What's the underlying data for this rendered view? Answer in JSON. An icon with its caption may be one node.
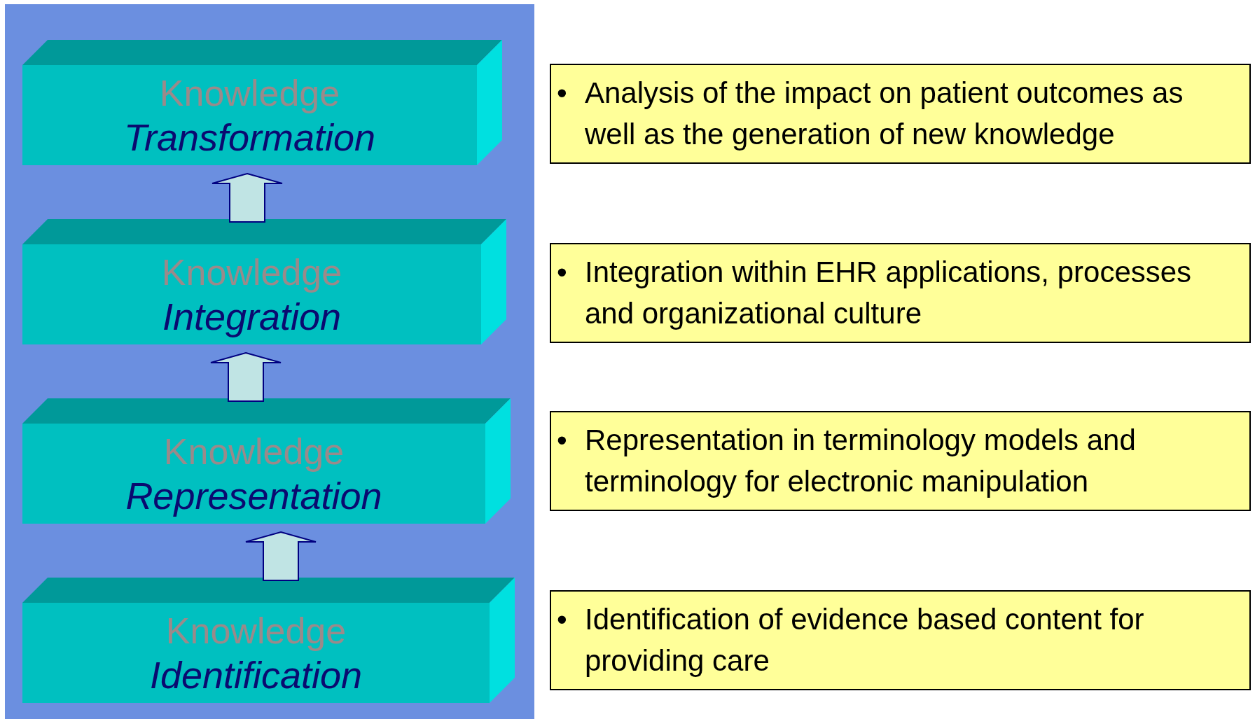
{
  "diagram": {
    "nodes": [
      {
        "text": [
          "Knowledge",
          "Transformation"
        ]
      },
      {
        "text": [
          "Knowledge",
          "Integration"
        ]
      },
      {
        "text": [
          "Knowledge",
          "Representation"
        ]
      },
      {
        "text": [
          "Knowledge",
          "Identification"
        ]
      },
      {
        "text": [
          "•",
          "Analysis of the impact on patient outcomes as well as the generation of new knowledge"
        ]
      },
      {
        "text": [
          "•",
          "Integration within EHR applications, processes and organizational culture"
        ]
      },
      {
        "text": [
          "•",
          "Representation in terminology models and terminology for electronic manipulation"
        ]
      },
      {
        "text": [
          "•",
          "Identification of evidence based content for providing care"
        ]
      }
    ],
    "edges": [
      {
        "from": 1,
        "to": 0,
        "arrow": "to",
        "style": "thick"
      },
      {
        "from": 2,
        "to": 1,
        "arrow": "to",
        "style": "thick"
      },
      {
        "from": 3,
        "to": 2,
        "arrow": "to",
        "style": "thick"
      }
    ]
  }
}
